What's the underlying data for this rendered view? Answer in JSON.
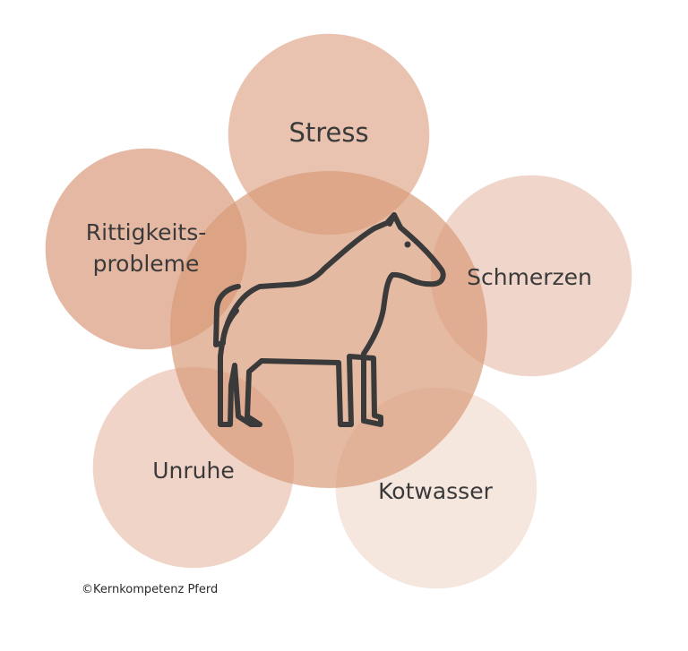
{
  "diagram": {
    "center_icon": "horse-icon",
    "colors": {
      "center_circle": "#d89a78",
      "stress_circle": "#dc9e7e",
      "left_circle": "#d79676",
      "right_circle": "#e6b9a4",
      "lower_left_circle": "#e6baa5",
      "lower_right_circle": "#efd6ca",
      "icon_stroke": "#3a3a3a",
      "text": "#3a3a3a"
    },
    "labels": {
      "stress": "Stress",
      "rittigkeit_line1": "Rittigkeits-",
      "rittigkeit_line2": "probleme",
      "schmerzen": "Schmerzen",
      "unruhe": "Unruhe",
      "kotwasser": "Kotwasser"
    }
  },
  "footer": {
    "copyright": "©Kernkompetenz Pferd"
  }
}
